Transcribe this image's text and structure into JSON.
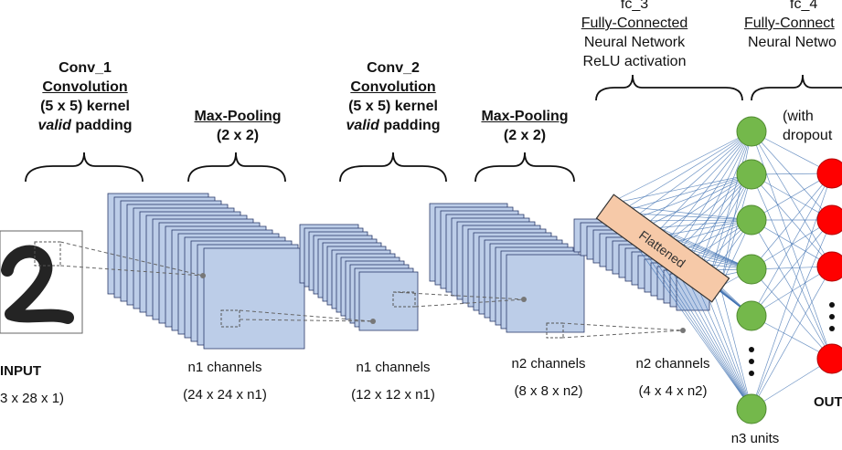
{
  "layers": {
    "conv1": {
      "name": "Conv_1",
      "kind": "Convolution",
      "kernel": "(5 x 5) kernel",
      "padding_word": "valid",
      "padding_rest": " padding"
    },
    "pool1": {
      "name": "Max-Pooling",
      "size": "(2 x 2)"
    },
    "conv2": {
      "name": "Conv_2",
      "kind": "Convolution",
      "kernel": "(5 x 5) kernel",
      "padding_word": "valid",
      "padding_rest": " padding"
    },
    "pool2": {
      "name": "Max-Pooling",
      "size": "(2 x 2)"
    },
    "fc3": {
      "name": "fc_3",
      "kind": "Fully-Connected",
      "line1": "Neural Network",
      "line2": "ReLU activation"
    },
    "fc4": {
      "name": "fc_4",
      "kind": "Fully-Connect",
      "line1": "Neural Netwo",
      "with1": "(with",
      "with2": "dropout"
    }
  },
  "captions": {
    "input_title": "INPUT",
    "input_dims": "3 x 28 x 1)",
    "c1_channels": "n1 channels",
    "c1_dims": "(24 x 24 x n1)",
    "p1_channels": "n1 channels",
    "p1_dims": "(12 x 12 x n1)",
    "c2_channels": "n2 channels",
    "c2_dims": "(8 x 8 x n2)",
    "p2_channels": "n2 channels",
    "p2_dims": "(4 x 4 x n2)",
    "flattened": "Flattened",
    "n3_units": "n3 units",
    "output": "OUT"
  },
  "colors": {
    "feature_map_fill": "#bccde8",
    "feature_map_stroke": "#2a3a6a",
    "flatten_fill": "#f6c9a8",
    "hidden_node": "#74b84b",
    "output_node": "#ff0000",
    "connection": "#3d6fb0"
  }
}
